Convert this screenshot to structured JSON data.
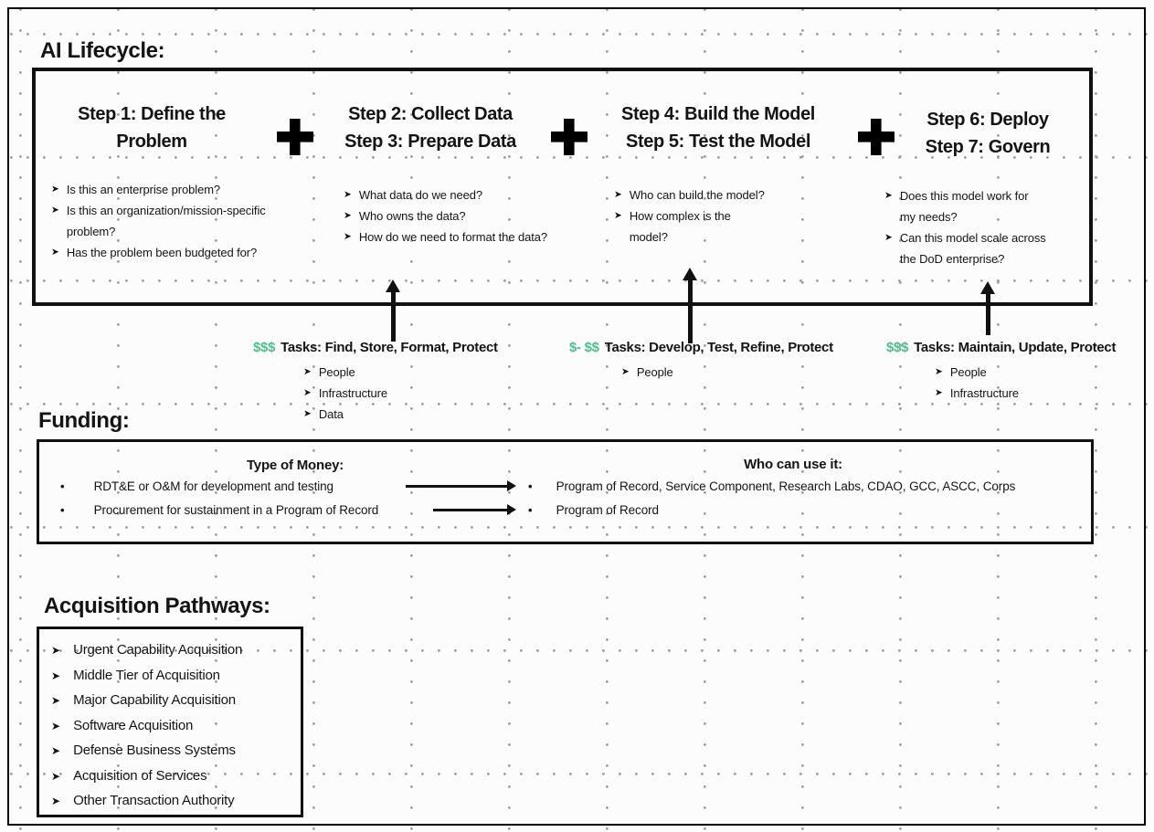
{
  "colors": {
    "money_green": "#4cc08a",
    "ink": "#141414"
  },
  "lifecycle": {
    "title": "AI Lifecycle:",
    "groups": [
      {
        "heading_lines": [
          "Step 1: Define the",
          "Problem"
        ],
        "bullets": [
          "Is this an enterprise problem?",
          "Is this an organization/mission-specific\nproblem?",
          "Has the problem been budgeted for?"
        ]
      },
      {
        "heading_lines": [
          "Step 2: Collect Data",
          "Step 3: Prepare Data"
        ],
        "bullets": [
          "What data do we need?",
          "Who owns the data?",
          "How do we need to format the data?"
        ]
      },
      {
        "heading_lines": [
          "Step 4: Build the Model",
          "Step 5: Test the Model"
        ],
        "bullets": [
          "Who can build the model?",
          "How complex is the\nmodel?"
        ]
      },
      {
        "heading_lines": [
          "Step 6: Deploy",
          "Step 7: Govern"
        ],
        "bullets": [
          "Does this model work for\nmy needs?",
          "Can this model scale across\nthe DoD enterprise?"
        ]
      }
    ]
  },
  "tasks": [
    {
      "cost": "$$$",
      "label": "Tasks: Find, Store, Format, Protect",
      "bullets": [
        "People",
        "Infrastructure",
        "Data"
      ]
    },
    {
      "cost": "$- $$",
      "label": "Tasks: Develop, Test, Refine, Protect",
      "bullets": [
        "People"
      ]
    },
    {
      "cost": "$$$",
      "label": "Tasks: Maintain, Update, Protect",
      "bullets": [
        "People",
        "Infrastructure"
      ]
    }
  ],
  "funding": {
    "title": "Funding:",
    "left_header": "Type of Money:",
    "right_header": "Who can use it:",
    "rows": [
      {
        "left": "RDT&E or O&M for development and testing",
        "right": "Program of Record, Service Component, Research Labs, CDAO, GCC, ASCC, Corps"
      },
      {
        "left": "Procurement for sustainment in a Program of Record",
        "right": "Program of Record"
      }
    ]
  },
  "acquisition": {
    "title": "Acquisition Pathways:",
    "items": [
      "Urgent Capability Acquisition",
      "Middle Tier of Acquisition",
      "Major Capability Acquisition",
      "Software Acquisition",
      "Defense Business Systems",
      "Acquisition of Services",
      "Other Transaction Authority"
    ]
  },
  "icons": {
    "arrow_bullet": "➤",
    "dot_bullet": "•"
  }
}
